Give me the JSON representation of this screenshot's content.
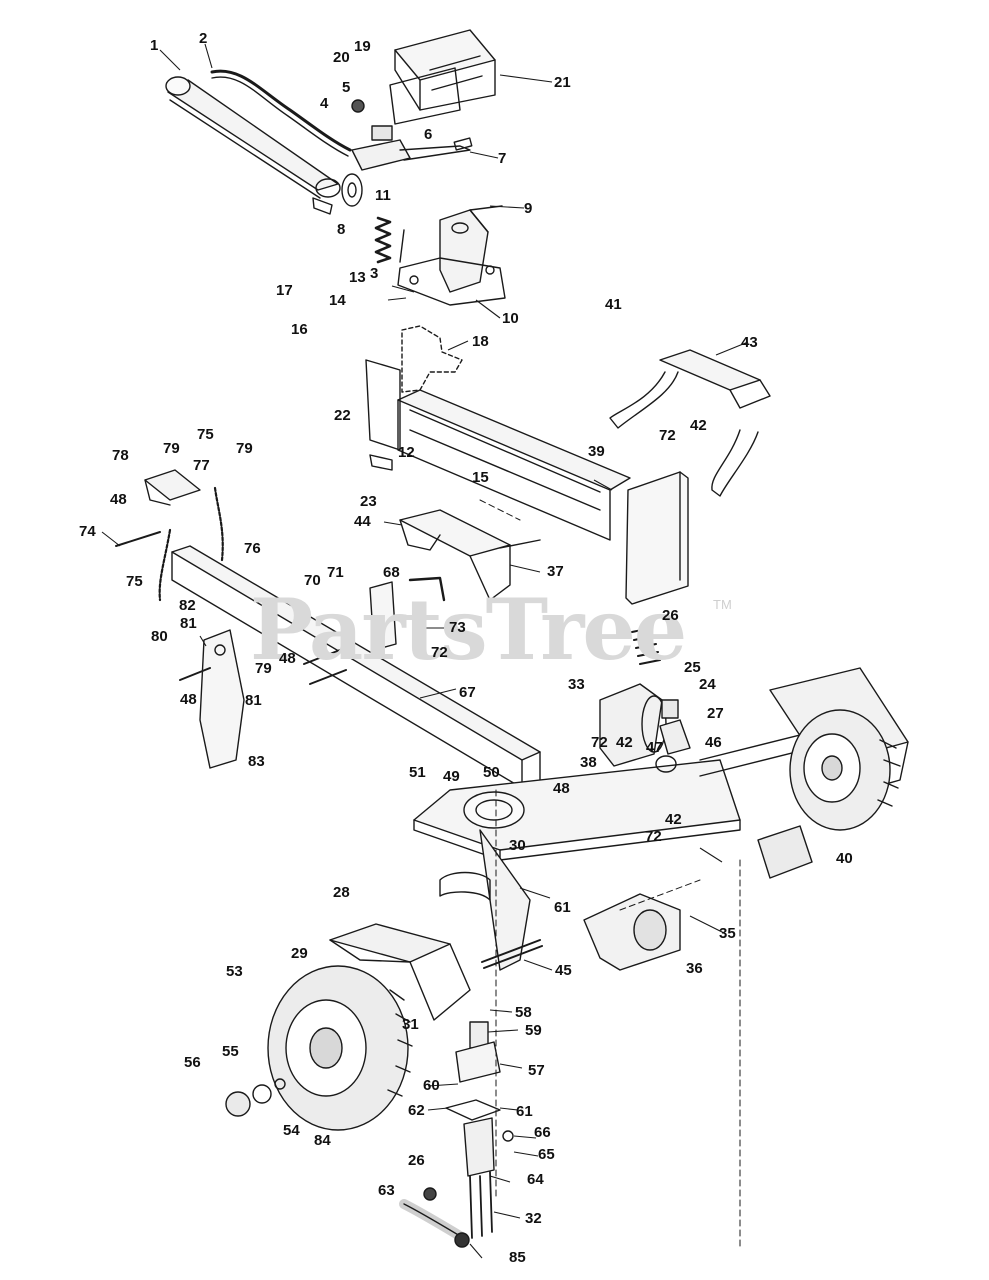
{
  "watermark": {
    "text": "PartsTree",
    "tm": "TM"
  },
  "callouts": {
    "n1": "1",
    "n2": "2",
    "n3": "3",
    "n4": "4",
    "n5": "5",
    "n6": "6",
    "n7": "7",
    "n8": "8",
    "n9": "9",
    "n10": "10",
    "n11": "11",
    "n12": "12",
    "n13": "13",
    "n14": "14",
    "n15": "15",
    "n16": "16",
    "n17": "17",
    "n18": "18",
    "n19": "19",
    "n20": "20",
    "n21": "21",
    "n22": "22",
    "n23": "23",
    "n24": "24",
    "n25": "25",
    "n26": "26",
    "n27": "27",
    "n28": "28",
    "n29": "29",
    "n30": "30",
    "n31": "31",
    "n32": "32",
    "n33": "33",
    "n35": "35",
    "n36": "36",
    "n37": "37",
    "n38": "38",
    "n39": "39",
    "n40": "40",
    "n41": "41",
    "n42": "42",
    "n43": "43",
    "n44": "44",
    "n45": "45",
    "n46": "46",
    "n47": "47",
    "n48": "48",
    "n49": "49",
    "n50": "50",
    "n51": "51",
    "n53": "53",
    "n54": "54",
    "n55": "55",
    "n56": "56",
    "n57": "57",
    "n58": "58",
    "n59": "59",
    "n60": "60",
    "n61": "61",
    "n62": "62",
    "n63": "63",
    "n64": "64",
    "n65": "65",
    "n66": "66",
    "n67": "67",
    "n68": "68",
    "n70": "70",
    "n71": "71",
    "n72": "72",
    "n73": "73",
    "n74": "74",
    "n75": "75",
    "n76": "76",
    "n77": "77",
    "n78": "78",
    "n79": "79",
    "n80": "80",
    "n81": "81",
    "n82": "82",
    "n83": "83",
    "n84": "84",
    "n85": "85"
  }
}
